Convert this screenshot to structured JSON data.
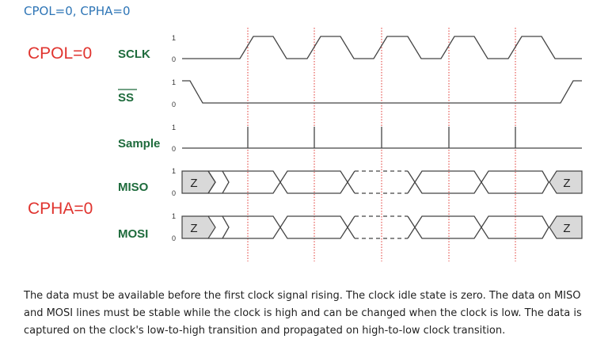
{
  "title": "CPOL=0, CPHA=0",
  "labels": {
    "cpol": "CPOL=0",
    "cpha": "CPHA=0",
    "sclk": "SCLK",
    "ss": "SS",
    "sample": "Sample",
    "miso": "MISO",
    "mosi": "MOSI",
    "high": "1",
    "low": "0",
    "hi_z": "Z"
  },
  "caption": "The data must be available before the first clock signal rising. The clock idle state is zero. The data on MISO and MOSI lines must be stable while the clock is high and can be changed when the clock is low. The data is captured on the clock's low-to-high transition and propagated on high-to-low clock transition.",
  "colors": {
    "title": "#2e75b6",
    "mode_label": "#e0342f",
    "signal_label": "#1e6b3c",
    "marker": "#e0342f",
    "hi_z_fill": "#d9d9d9"
  }
}
